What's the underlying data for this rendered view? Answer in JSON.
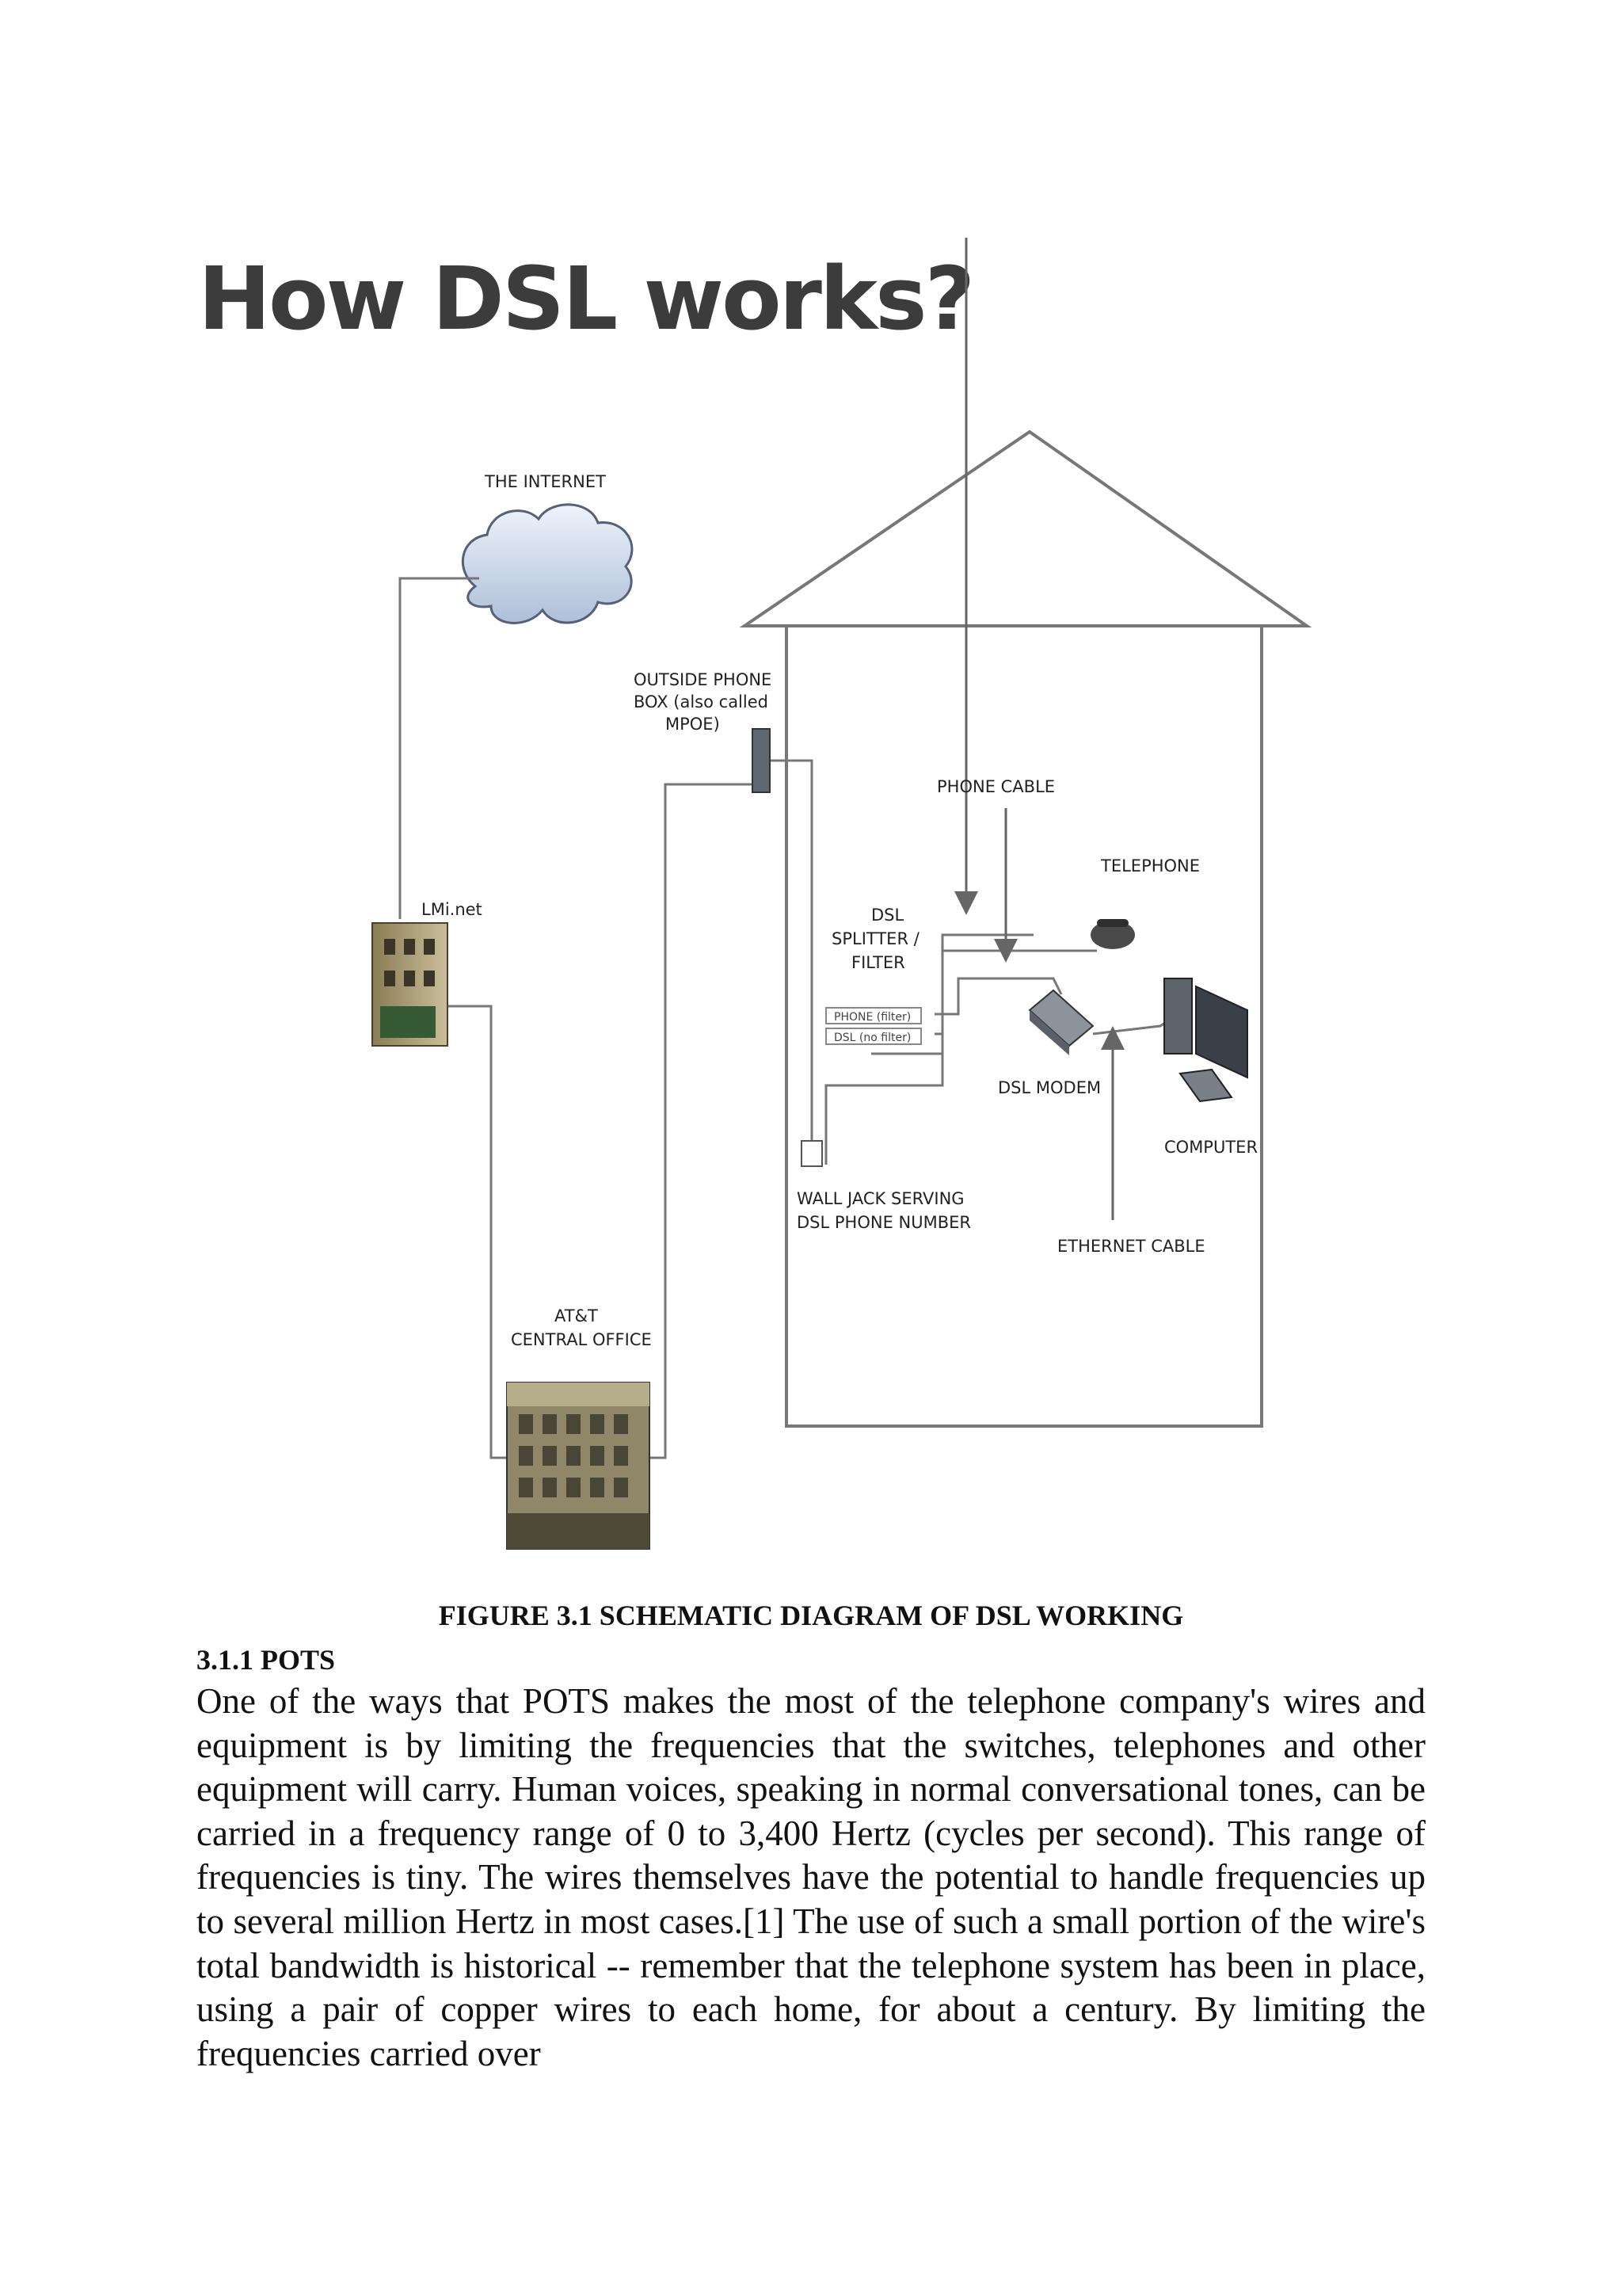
{
  "diagram": {
    "title": "How DSL works?",
    "labels": {
      "internet": "THE INTERNET",
      "outside_box_1": "OUTSIDE PHONE",
      "outside_box_2": "BOX (also called",
      "outside_box_3": "MPOE)",
      "phone_cable": "PHONE CABLE",
      "telephone": "TELEPHONE",
      "isp": "LMi.net",
      "splitter_1": "DSL",
      "splitter_2": "SPLITTER /",
      "splitter_3": "FILTER",
      "phone_filter": "PHONE (filter)",
      "dsl_no_filter": "DSL (no filter)",
      "dsl_modem": "DSL MODEM",
      "computer": "COMPUTER",
      "wall_jack_1": "WALL JACK SERVING",
      "wall_jack_2": "DSL PHONE NUMBER",
      "ethernet": "ETHERNET CABLE",
      "central_office_1": "AT&T",
      "central_office_2": "CENTRAL OFFICE"
    }
  },
  "caption": "FIGURE 3.1 SCHEMATIC DIAGRAM OF DSL WORKING",
  "section": {
    "heading": "3.1.1 POTS",
    "body": "One of the ways that POTS makes the most of the telephone company's wires and equipment is by limiting the frequencies that the switches, telephones and other equipment will carry. Human voices, speaking in normal conversational tones, can be carried in a frequency range of 0 to 3,400 Hertz (cycles per second). This range of frequencies is tiny. The wires themselves have the potential to handle frequencies up to several million Hertz in most cases.[1] The use of such a small portion of the wire's total bandwidth is historical -- remember that the telephone system has been in place, using a pair of copper wires to each home, for about a century. By limiting the frequencies carried over"
  }
}
